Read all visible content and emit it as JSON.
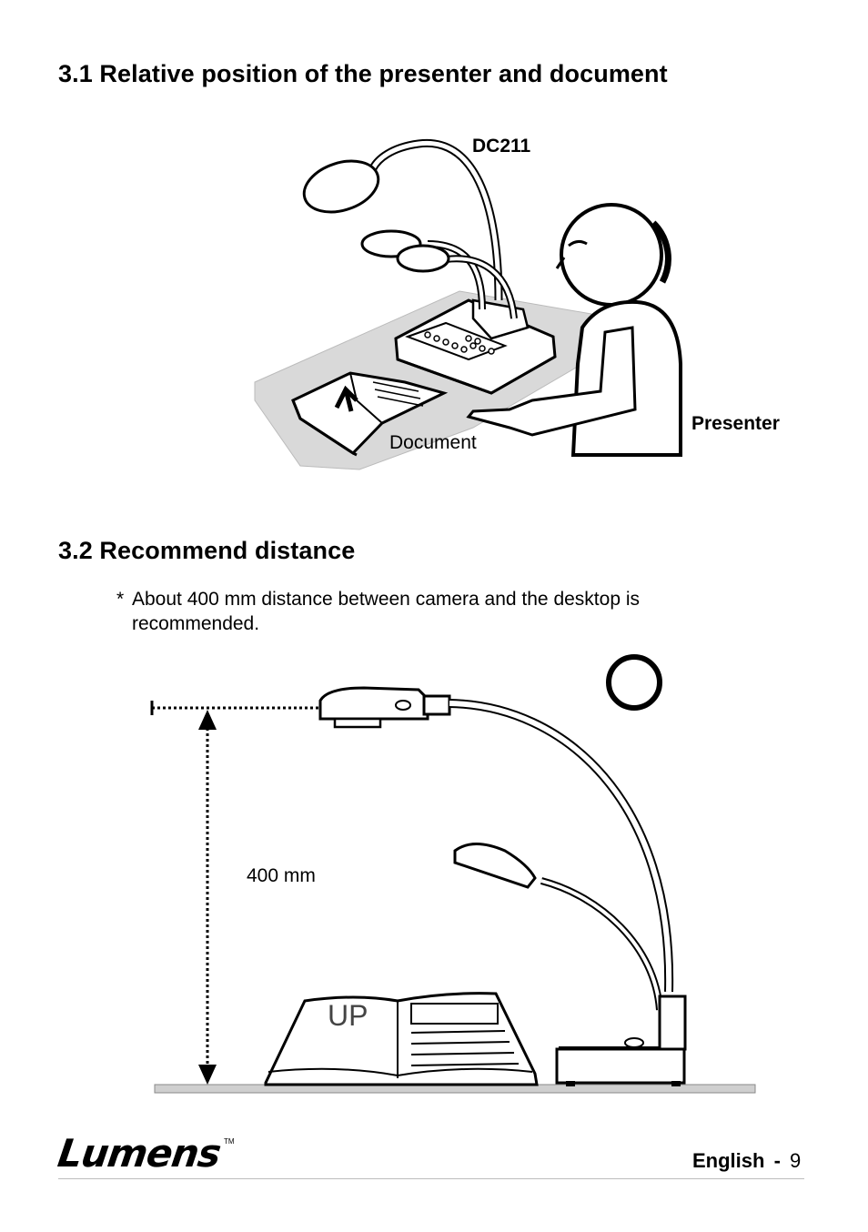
{
  "sections": [
    {
      "title": "3.1 Relative position of the presenter and document"
    },
    {
      "title": "3.2 Recommend distance"
    }
  ],
  "figure1": {
    "label_model": "DC211",
    "label_presenter": "Presenter",
    "label_document": "Document"
  },
  "note": {
    "bullet": "*",
    "text": "About 400 mm distance between camera and the desktop is recommended."
  },
  "figure2": {
    "distance_label": "400 mm",
    "book_text": "UP",
    "correct_mark_icon": "circle-ok-icon"
  },
  "footer": {
    "logo_text": "Lumens",
    "tm": "TM",
    "language": "English",
    "separator": "-",
    "page_number": "9"
  }
}
